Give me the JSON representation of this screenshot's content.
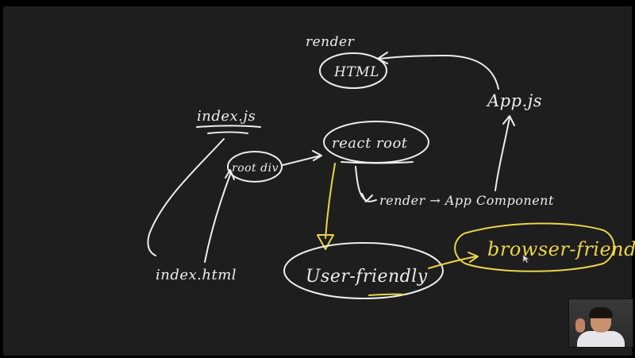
{
  "labels": {
    "render_top": "render",
    "html": "HTML",
    "app_js": "App.js",
    "index_js": "index.js",
    "root_div": "root div",
    "react_root": "react root",
    "render_app": "render → App Component",
    "index_html": "index.html",
    "user_friendly": "User-friendly",
    "browser_friendly": "browser-friendly"
  },
  "colors": {
    "board": "#1e1e1e",
    "chalk": "#ededed",
    "highlight": "#ecd44a"
  }
}
